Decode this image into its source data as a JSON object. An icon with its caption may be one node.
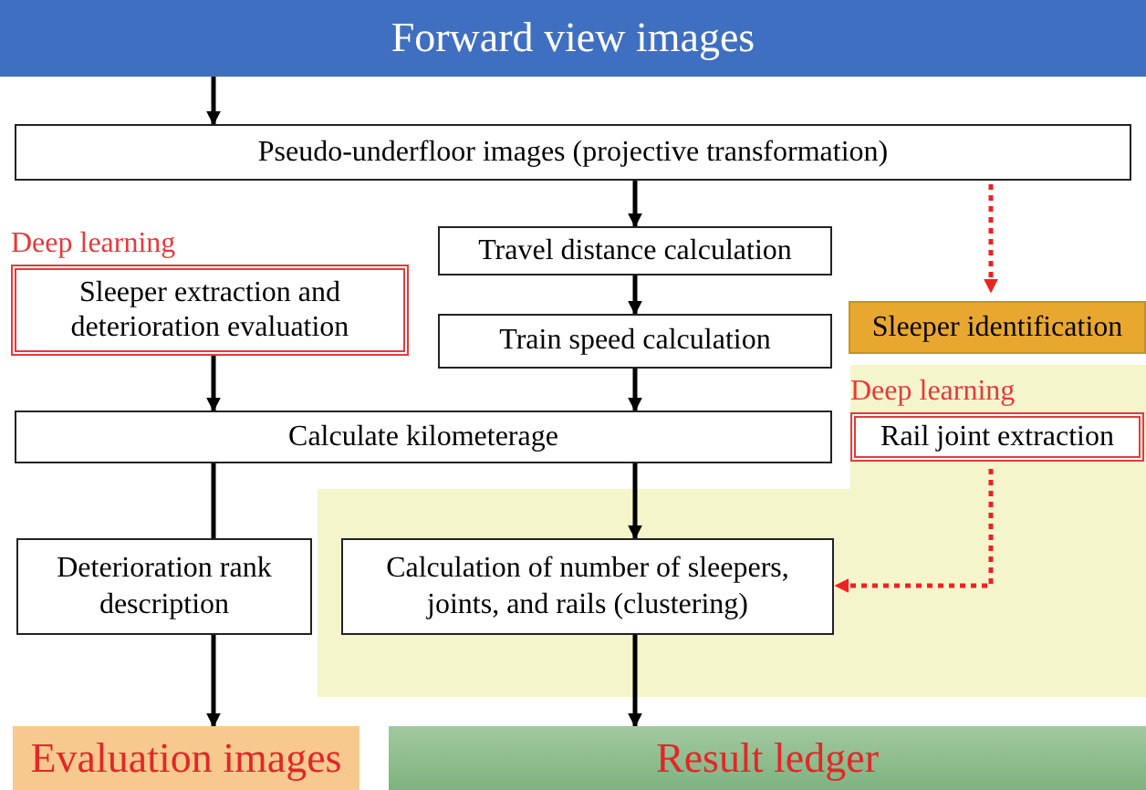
{
  "diagram": {
    "nodes": [
      {
        "text": [
          "Forward view images"
        ]
      },
      {
        "text": [
          "Pseudo-underfloor images (projective transformation)"
        ]
      },
      {
        "text": [
          "Deep learning",
          "Sleeper extraction and deterioration evaluation"
        ]
      },
      {
        "text": [
          "Travel distance calculation"
        ]
      },
      {
        "text": [
          "Train speed calculation"
        ]
      },
      {
        "text": [
          "Sleeper identification"
        ]
      },
      {
        "text": [
          "Calculate kilometerage"
        ]
      },
      {
        "text": [
          "Deep learning",
          "Rail joint extraction"
        ]
      },
      {
        "text": [
          "Deterioration rank description"
        ]
      },
      {
        "text": [
          "Calculation of number of sleepers, joints, and rails (clustering)"
        ]
      },
      {
        "text": [
          "Evaluation images"
        ]
      },
      {
        "text": [
          "Result ledger"
        ]
      }
    ],
    "edges": [
      {
        "from": 0,
        "to": 1,
        "arrow": "to"
      },
      {
        "from": 1,
        "to": 3,
        "arrow": "to"
      },
      {
        "from": 1,
        "to": 5,
        "arrow": "to",
        "style": "dashed",
        "color": "#ee2222"
      },
      {
        "from": 3,
        "to": 4,
        "arrow": "to"
      },
      {
        "from": 2,
        "to": 6,
        "arrow": "to"
      },
      {
        "from": 4,
        "to": 6,
        "arrow": "to"
      },
      {
        "from": 6,
        "to": 8,
        "arrow": "none"
      },
      {
        "from": 6,
        "to": 9,
        "arrow": "to"
      },
      {
        "from": 7,
        "to": 9,
        "arrow": "to",
        "style": "dashed",
        "color": "#ee2222"
      },
      {
        "from": 8,
        "to": 10,
        "arrow": "to"
      },
      {
        "from": 9,
        "to": 11,
        "arrow": "to"
      }
    ]
  }
}
